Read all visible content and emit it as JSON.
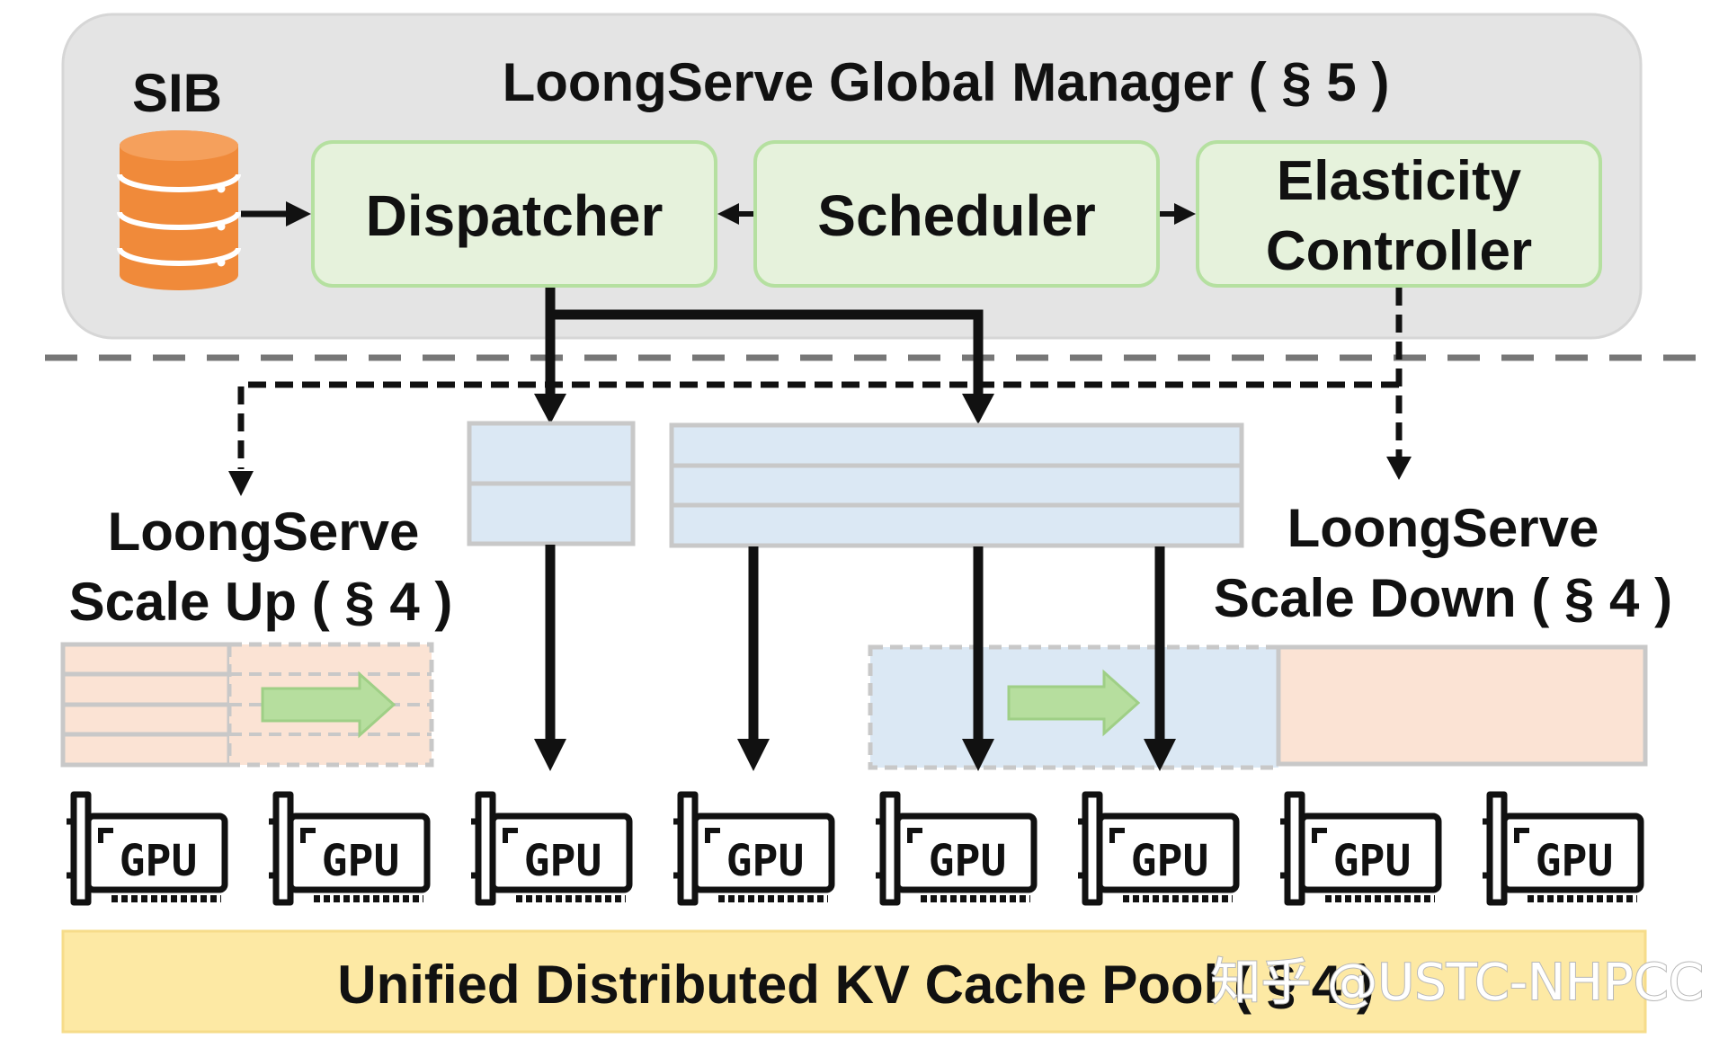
{
  "manager": {
    "title": "LoongServe Global Manager ( § 5 )",
    "sib_label": "SIB",
    "dispatcher_label": "Dispatcher",
    "scheduler_label": "Scheduler",
    "elasticity_line1": "Elasticity",
    "elasticity_line2": "Controller"
  },
  "scale_up": {
    "line1": "LoongServe",
    "line2": "Scale Up ( § 4 )"
  },
  "scale_down": {
    "line1": "LoongServe",
    "line2": "Scale Down ( § 4 )"
  },
  "gpus": [
    {
      "label": "GPU"
    },
    {
      "label": "GPU"
    },
    {
      "label": "GPU"
    },
    {
      "label": "GPU"
    },
    {
      "label": "GPU"
    },
    {
      "label": "GPU"
    },
    {
      "label": "GPU"
    },
    {
      "label": "GPU"
    }
  ],
  "kv_pool": {
    "label": "Unified Distributed KV Cache Pool ( § 4 )"
  },
  "watermark": "知乎 @USTC-NHPCC",
  "colors": {
    "manager_bg": "#e4e4e4",
    "module_fill": "#e6f2dc",
    "module_border": "#b5e0a0",
    "db_orange": "#f08a3a",
    "request_blue": "#dbe8f4",
    "request_orange": "#fbe3d4",
    "arrow_green": "#b6de9e",
    "kv_yellow": "#fde9a4"
  }
}
